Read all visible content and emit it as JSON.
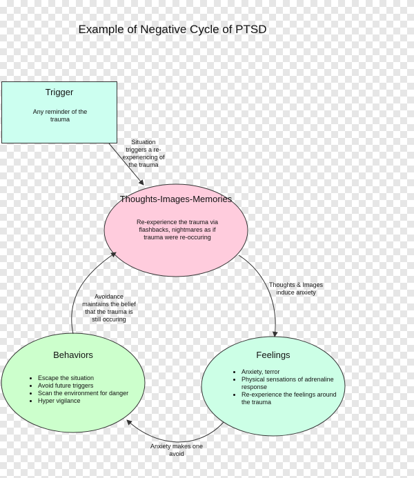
{
  "title": "Example of Negative Cycle of PTSD",
  "trigger": {
    "title": "Trigger",
    "text": "Any reminder of the trauma"
  },
  "thoughts": {
    "title": "Thoughts-Images-Memories",
    "text": "Re-experience the trauma via flashbacks, nightmares as if trauma were re-occuring"
  },
  "feelings": {
    "title": "Feelings",
    "items": [
      "Anxiety, terror",
      "Physical sensations of adrenaline response",
      "Re-experience the feelings around the trauma"
    ]
  },
  "behaviors": {
    "title": "Behaviors",
    "items": [
      "Escape the situation",
      "Avoid future triggers",
      "Scan the environment for danger",
      "Hyper vigilance"
    ]
  },
  "edges": {
    "trigger_to_thoughts": "Situation triggers a re-experiencing of the trauma",
    "thoughts_to_feelings": "Thoughts & Images induce anxiety",
    "feelings_to_behaviors": "Anxiety makes one avoid",
    "behaviors_to_thoughts": "Avoidance maintains the belief that the trauma is still occuring"
  },
  "colors": {
    "trigger_fill": "#ccfff0",
    "thoughts_fill": "#ffccdd",
    "feelings_fill": "#ccffe6",
    "behaviors_fill": "#ccffcc",
    "stroke": "#333333"
  }
}
